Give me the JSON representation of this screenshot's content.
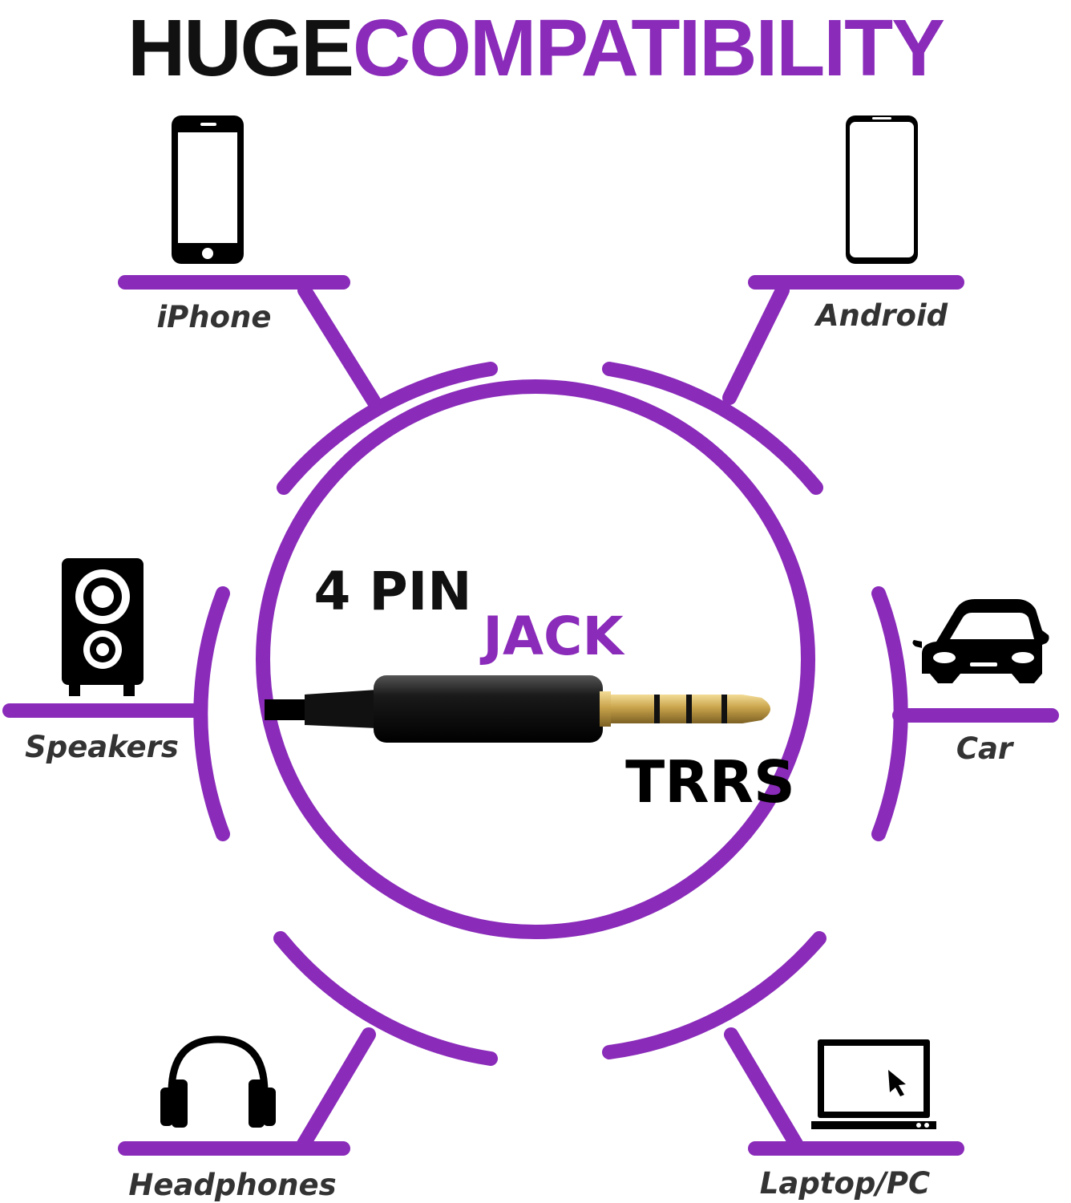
{
  "title": {
    "part1": "HUGE",
    "part2": "COMPATIBILITY"
  },
  "center": {
    "line1": "4 PIN",
    "line2": "JACK",
    "line3": "TRRS"
  },
  "devices": [
    {
      "label": "iPhone",
      "icon": "iphone-icon"
    },
    {
      "label": "Android",
      "icon": "android-phone-icon"
    },
    {
      "label": "Speakers",
      "icon": "speaker-icon"
    },
    {
      "label": "Car",
      "icon": "car-icon"
    },
    {
      "label": "Headphones",
      "icon": "headphones-icon"
    },
    {
      "label": "Laptop/PC",
      "icon": "laptop-icon"
    }
  ],
  "colors": {
    "accent": "#8a2bba",
    "dark": "#111111",
    "label": "#333333",
    "gold": "#c9a44c"
  }
}
